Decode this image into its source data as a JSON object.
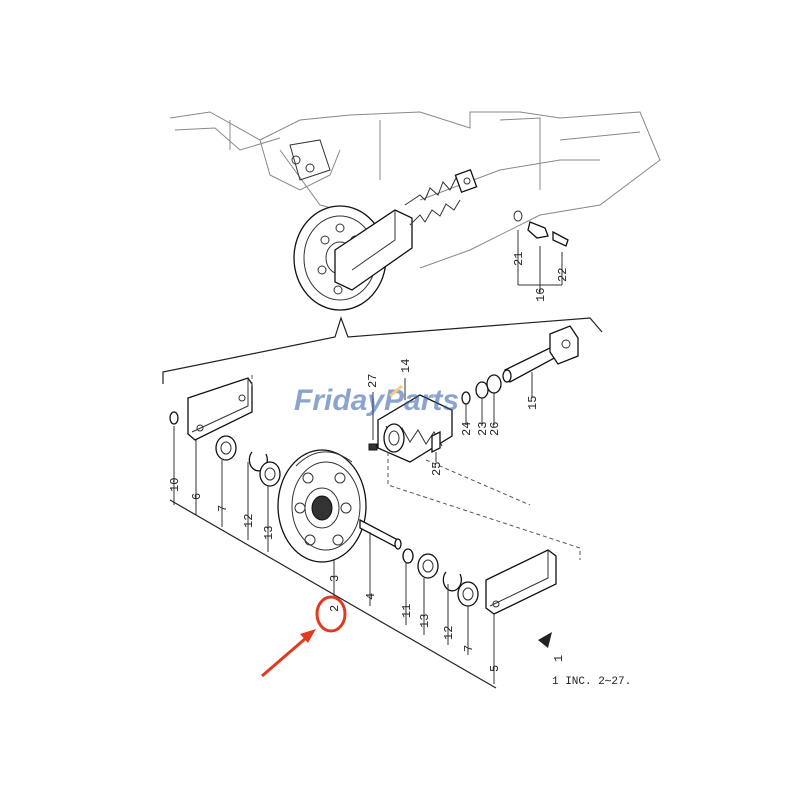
{
  "watermark": {
    "brand_part1": "Friday",
    "brand_part2": "Parts",
    "colors": {
      "primary": "#2b5aa8",
      "accent": "#f0a020"
    }
  },
  "callouts": {
    "p2": "2",
    "p3": "3",
    "p4": "4",
    "p5": "5",
    "p6": "6",
    "p7a": "7",
    "p7b": "7",
    "p10": "10",
    "p11": "11",
    "p12a": "12",
    "p12b": "12",
    "p13a": "13",
    "p13b": "13",
    "p14": "14",
    "p15": "15",
    "p16": "16",
    "p21": "21",
    "p22": "22",
    "p23": "23",
    "p24": "24",
    "p25": "25",
    "p26": "26",
    "p27": "27",
    "p1": "1"
  },
  "note": "1  INC. 2∼27.",
  "highlight": {
    "target_callout": "2",
    "color": "#e03a20"
  }
}
